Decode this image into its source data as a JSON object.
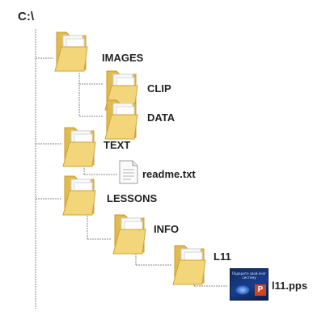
{
  "root": "C:\\",
  "tree": [
    {
      "id": "images",
      "label": "IMAGES",
      "type": "folder"
    },
    {
      "id": "clip",
      "label": "CLIP",
      "type": "folder"
    },
    {
      "id": "data",
      "label": "DATA",
      "type": "folder"
    },
    {
      "id": "text",
      "label": "TEXT",
      "type": "folder"
    },
    {
      "id": "readme",
      "label": "readme.txt",
      "type": "text-file"
    },
    {
      "id": "lessons",
      "label": "LESSONS",
      "type": "folder"
    },
    {
      "id": "info",
      "label": "INFO",
      "type": "folder"
    },
    {
      "id": "l11",
      "label": "L11",
      "type": "folder"
    },
    {
      "id": "l11pps",
      "label": "l11.pps",
      "type": "powerpoint-show-file"
    }
  ],
  "pps_thumbnail": {
    "caption": "Подарите свой очаг систему",
    "badge": "P",
    "icon": "powerpoint-icon"
  },
  "colors": {
    "folder_back": "#e7c35a",
    "folder_front": "#f4d985",
    "paper": "#f7f7f7",
    "line": "#8a8a8a"
  }
}
